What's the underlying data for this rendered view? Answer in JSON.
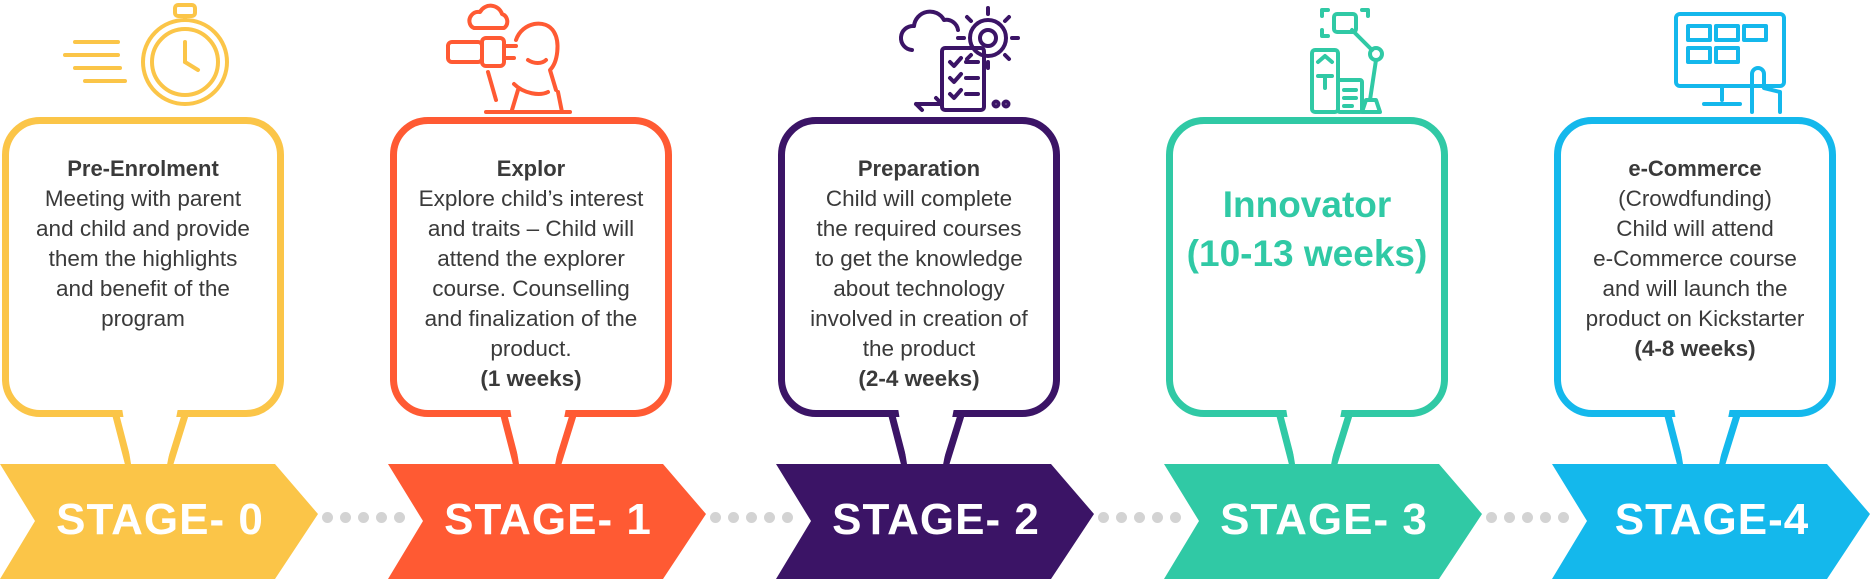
{
  "stages": [
    {
      "badge": "STAGE- 0",
      "title": "Pre-Enrolment",
      "lines": [
        "Meeting with parent",
        "and child and provide",
        "them the highlights",
        "and benefit of the",
        "program"
      ],
      "weeks": "",
      "color": "#FBC548",
      "icon": "stopwatch-icon"
    },
    {
      "badge": "STAGE- 1",
      "title": "Explor",
      "lines": [
        "Explore child’s interest",
        "and traits – Child will",
        "attend the explorer",
        "course. Counselling",
        "and finalization of the",
        "product."
      ],
      "weeks": "(1 weeks)",
      "color": "#FF5A33",
      "icon": "explorer-binoculars-icon"
    },
    {
      "badge": "STAGE- 2",
      "title": "Preparation",
      "lines": [
        "Child will complete",
        "the required courses",
        "to get the knowledge",
        "about technology",
        "involved in creation of",
        "the product"
      ],
      "weeks": "(2-4 weeks)",
      "color": "#3B1466",
      "icon": "checklist-gear-icon"
    },
    {
      "badge": "STAGE- 3",
      "title": "",
      "lines": [
        "Innovator",
        "(10-13 weeks)"
      ],
      "weeks": "",
      "color": "#30C9A5",
      "icon": "robot-arm-icon"
    },
    {
      "badge": "STAGE-4",
      "title": "e-Commerce",
      "lines": [
        "(Crowdfunding)",
        "Child will attend",
        "e-Commerce course",
        "and will launch the",
        "product on Kickstarter"
      ],
      "weeks": "(4-8 weeks)",
      "color": "#14B8EC",
      "icon": "touchscreen-monitor-icon"
    }
  ]
}
